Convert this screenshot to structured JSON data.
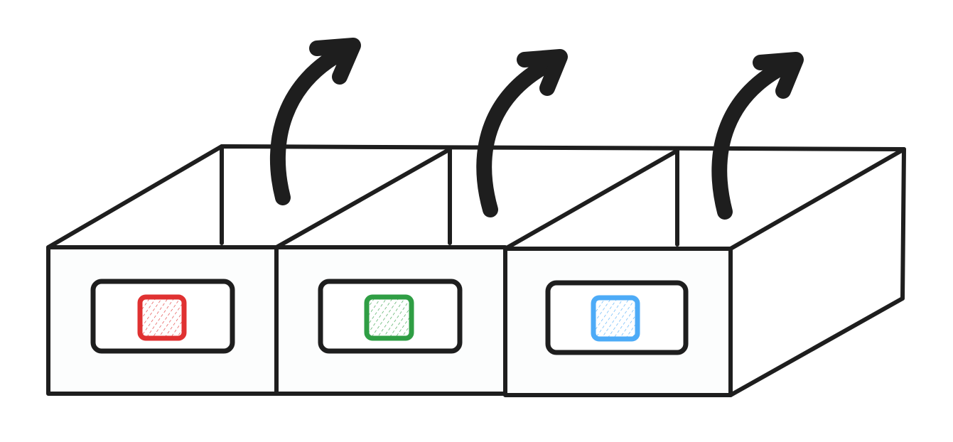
{
  "diagram": {
    "description_free": true,
    "drawers": [
      {
        "id": "drawer-1",
        "swatch_color": "#e03131",
        "icon": "red-swatch-icon"
      },
      {
        "id": "drawer-2",
        "swatch_color": "#2f9e44",
        "icon": "green-swatch-icon"
      },
      {
        "id": "drawer-3",
        "swatch_color": "#4dabf7",
        "icon": "blue-swatch-icon"
      }
    ],
    "arrow_icon": "curved-arrow-up-right-icon",
    "stroke_color": "#1e1e1e"
  }
}
